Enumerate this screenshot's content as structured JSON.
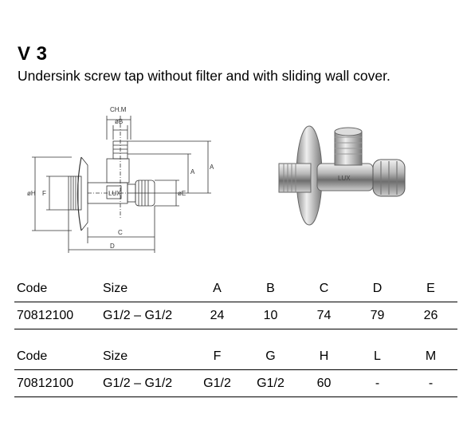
{
  "header": {
    "title": "V 3",
    "subtitle": "Undersink screw tap without filter and with sliding wall cover."
  },
  "drawing": {
    "labels": {
      "chm": "CH.M",
      "b": "øB",
      "a1": "A",
      "a2": "A",
      "h": "øH",
      "f": "F",
      "e": "øE",
      "c": "C",
      "d": "D",
      "lux": "LUX"
    }
  },
  "photo": {
    "engraving": "LUX"
  },
  "table1": {
    "headers": [
      "Code",
      "Size",
      "A",
      "B",
      "C",
      "D",
      "E"
    ],
    "row": [
      "70812100",
      "G1/2 – G1/2",
      "24",
      "10",
      "74",
      "79",
      "26"
    ]
  },
  "table2": {
    "headers": [
      "Code",
      "Size",
      "F",
      "G",
      "H",
      "L",
      "M"
    ],
    "row": [
      "70812100",
      "G1/2 – G1/2",
      "G1/2",
      "G1/2",
      "60",
      "-",
      "-"
    ]
  }
}
